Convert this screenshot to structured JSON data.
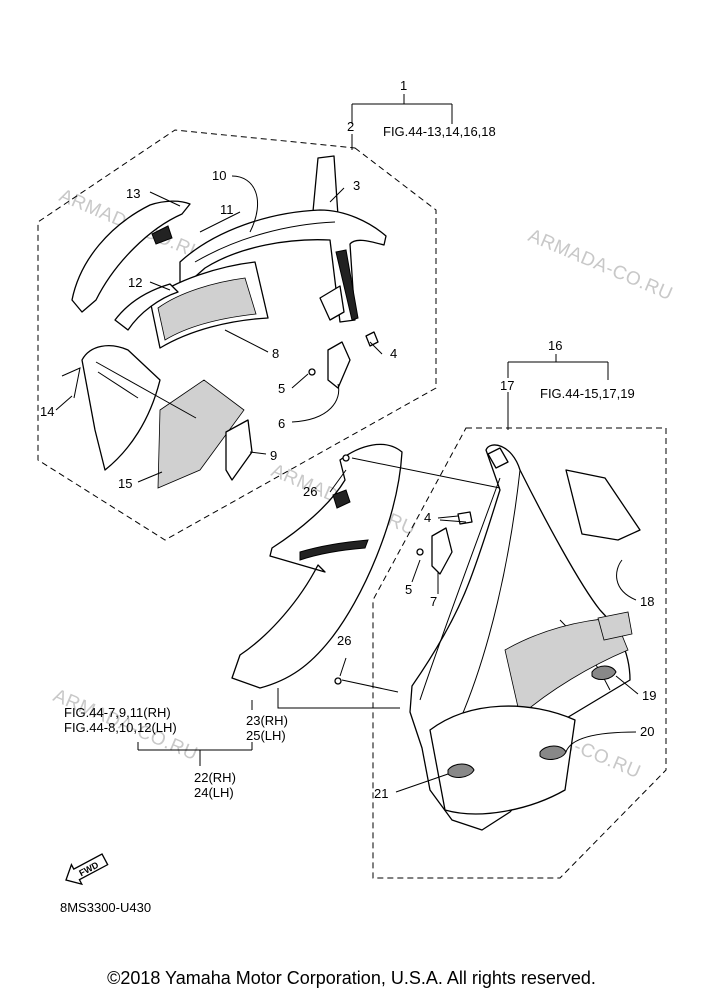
{
  "watermark": "ARMADA-CO.RU",
  "callouts": {
    "n1": "1",
    "n2": "2",
    "n3": "3",
    "n4": "4",
    "n5": "5",
    "n6": "6",
    "n7": "7",
    "n8": "8",
    "n9": "9",
    "n10": "10",
    "n11": "11",
    "n12": "12",
    "n13": "13",
    "n14": "14",
    "n15": "15",
    "n16": "16",
    "n17": "17",
    "n18": "18",
    "n19": "19",
    "n20": "20",
    "n21": "21",
    "n26": "26"
  },
  "refs": {
    "fig_upper": "FIG.44-13,14,16,18",
    "fig_lower": "FIG.44-15,17,19",
    "fig_rh": "FIG.44-7,9,11(RH)",
    "fig_lh": "FIG.44-8,10,12(LH)",
    "p23": "23(RH)",
    "p25": "25(LH)",
    "p22": "22(RH)",
    "p24": "24(LH)"
  },
  "fwd_label": "FWD",
  "diagram_code": "8MS3300-U430",
  "copyright": "©2018 Yamaha Motor Corporation, U.S.A. All rights reserved."
}
